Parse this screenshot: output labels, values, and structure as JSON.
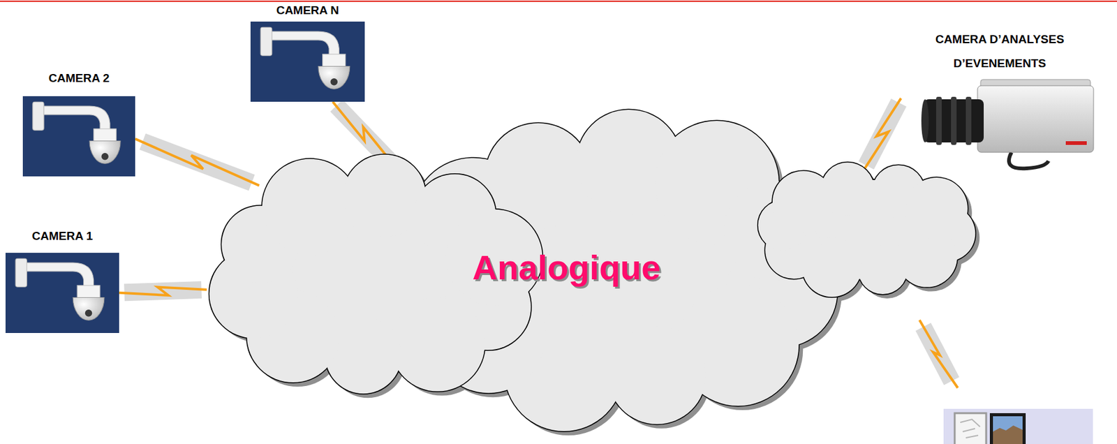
{
  "diagram": {
    "nodes": [
      {
        "text": [
          "CAMERA N"
        ]
      },
      {
        "text": [
          "CAMERA D’ANALYSES D’EVENEMENTS"
        ]
      },
      {
        "text": [
          "CAMERA 2"
        ]
      },
      {
        "text": [
          "CAMERA 1"
        ]
      },
      {
        "text": [
          "Analogique"
        ]
      }
    ],
    "edges": [
      {
        "from": 3,
        "to": 4,
        "arrow": "none"
      },
      {
        "from": 2,
        "to": 4,
        "arrow": "none"
      },
      {
        "from": 0,
        "to": 4,
        "arrow": "none"
      },
      {
        "from": 1,
        "to": 4,
        "arrow": "none"
      }
    ]
  }
}
